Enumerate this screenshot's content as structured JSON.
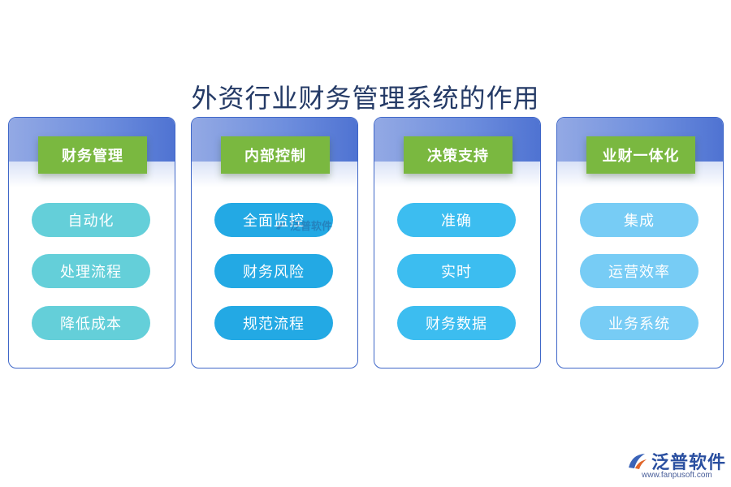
{
  "title": "外资行业财务管理系统的作用",
  "cards": [
    {
      "header": "财务管理",
      "items": [
        "自动化",
        "处理流程",
        "降低成本"
      ]
    },
    {
      "header": "内部控制",
      "items": [
        "全面监控",
        "财务风险",
        "规范流程"
      ]
    },
    {
      "header": "决策支持",
      "items": [
        "准确",
        "实时",
        "财务数据"
      ]
    },
    {
      "header": "业财一体化",
      "items": [
        "集成",
        "运营效率",
        "业务系统"
      ]
    }
  ],
  "watermark": "泛普软件",
  "brand": {
    "name": "泛普软件",
    "url": "www.fanpusoft.com"
  },
  "colors": {
    "title": "#243a66",
    "border": "#3f67c8",
    "header_bg": "#7ab840",
    "pill_col1": "#64cfd9",
    "pill_col2": "#23a9e4",
    "pill_col3": "#3cbdf0",
    "pill_col4": "#77ccf5"
  }
}
